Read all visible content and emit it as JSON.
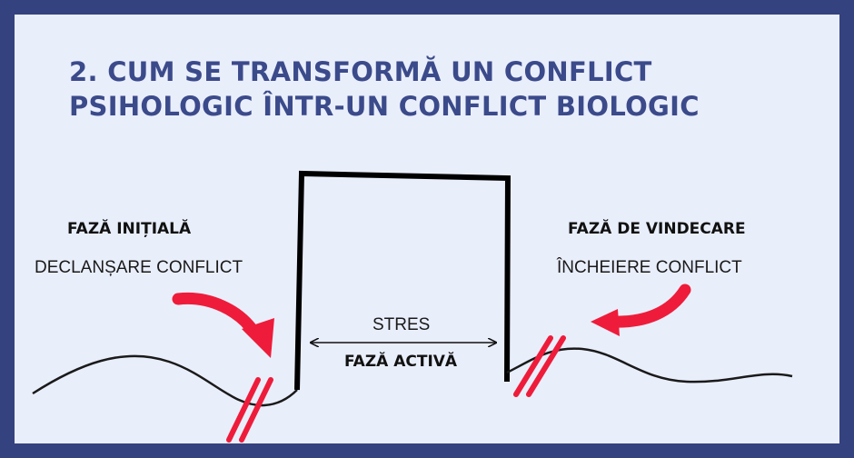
{
  "title": {
    "line1": "2. CUM SE TRANSFORMĂ UN CONFLICT",
    "line2": "PSIHOLOGIC ÎNTR-UN CONFLICT BIOLOGIC"
  },
  "phases": {
    "initial": {
      "name": "FAZĂ INIȚIALĂ",
      "description": "DECLANȘARE CONFLICT"
    },
    "active": {
      "name": "FAZĂ ACTIVĂ",
      "description": "STRES"
    },
    "healing": {
      "name": "FAZĂ DE VINDECARE",
      "description": "ÎNCHEIERE CONFLICT"
    }
  },
  "colors": {
    "frame": "#34427f",
    "background": "#e9eefb",
    "title": "#3b4a8a",
    "accent_red": "#ee1c3a",
    "line": "#111111"
  },
  "icons": {
    "left_arrow": "curved-arrow-right-down-icon",
    "right_arrow": "curved-arrow-left-icon",
    "break_marks": "double-slash-break-icon"
  }
}
